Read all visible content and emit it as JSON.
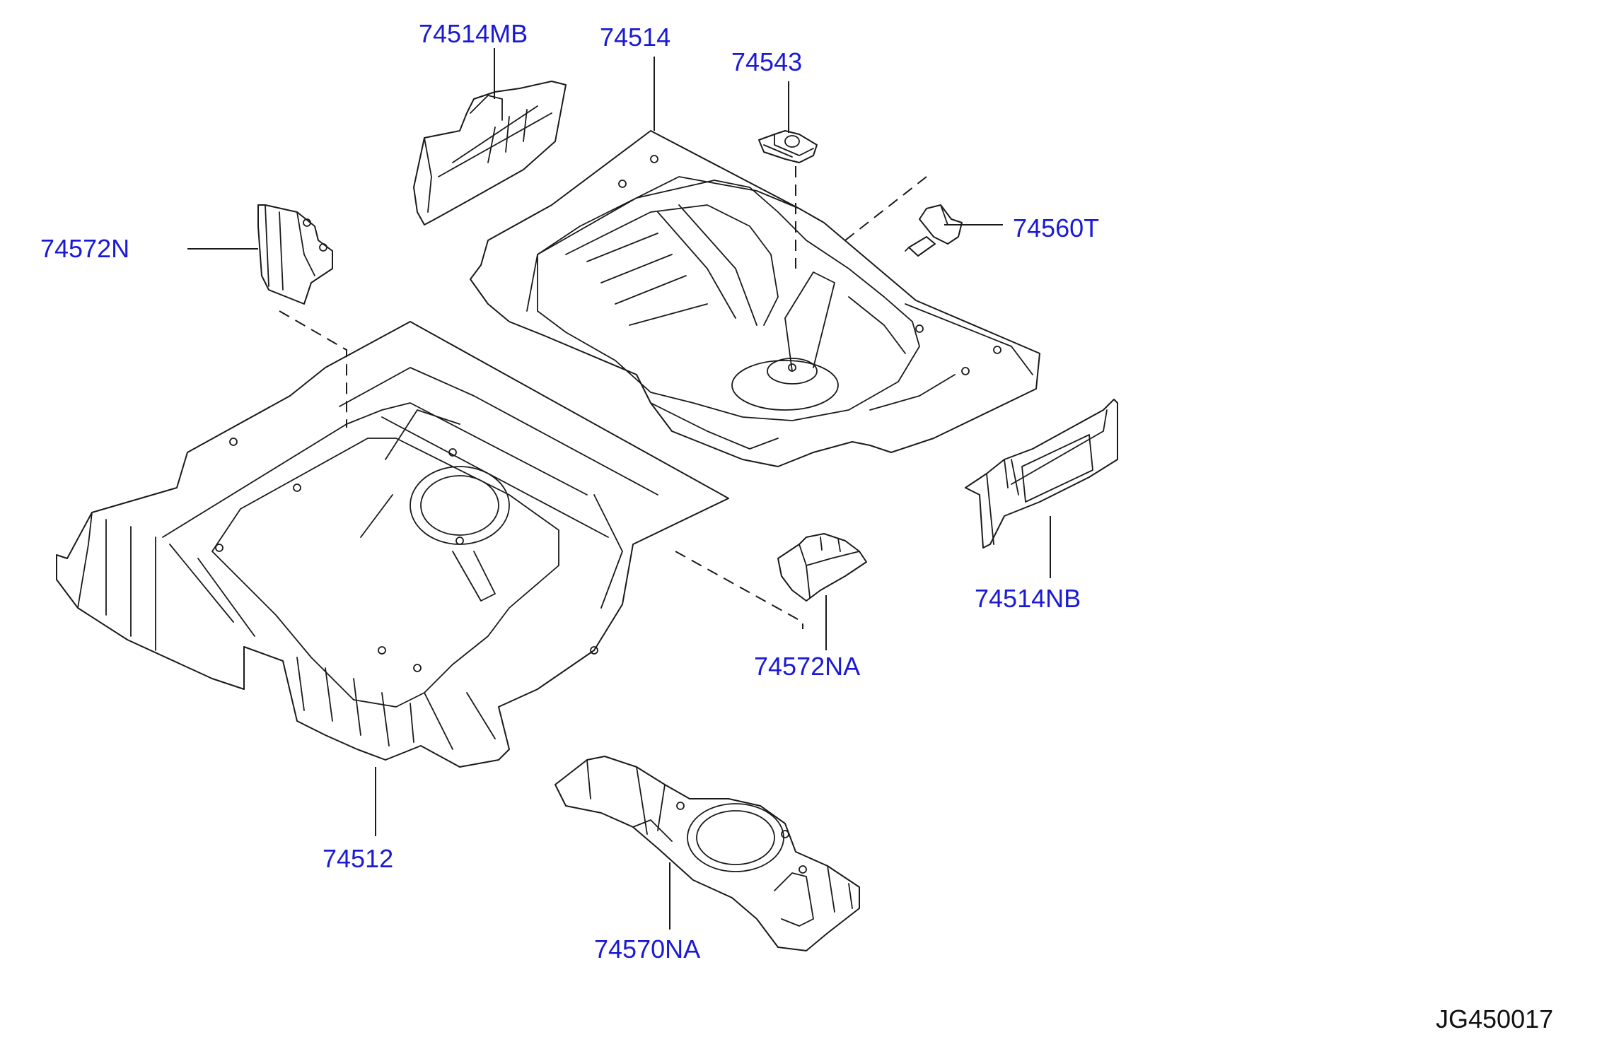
{
  "diagram": {
    "id": "JG450017",
    "accent_color": "#1a1ad6",
    "parts": [
      {
        "key": "p74514MB",
        "number": "74514MB"
      },
      {
        "key": "p74514",
        "number": "74514"
      },
      {
        "key": "p74543",
        "number": "74543"
      },
      {
        "key": "p74572N",
        "number": "74572N"
      },
      {
        "key": "p74560T",
        "number": "74560T"
      },
      {
        "key": "p74514NB",
        "number": "74514NB"
      },
      {
        "key": "p74572NA",
        "number": "74572NA"
      },
      {
        "key": "p74512",
        "number": "74512"
      },
      {
        "key": "p74570NA",
        "number": "74570NA"
      }
    ]
  }
}
